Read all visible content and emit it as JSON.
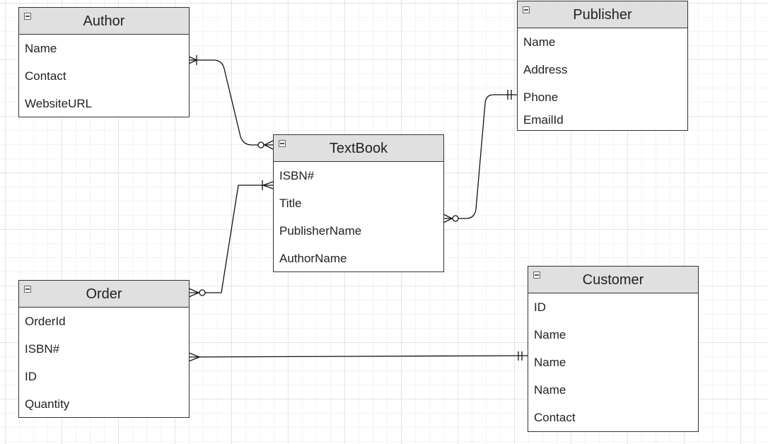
{
  "entities": {
    "author": {
      "title": "Author",
      "attributes": [
        "Name",
        "Contact",
        "WebsiteURL"
      ]
    },
    "publisher": {
      "title": "Publisher",
      "attributes": [
        "Name",
        "Address",
        "Phone",
        "EmailId"
      ]
    },
    "textbook": {
      "title": "TextBook",
      "attributes": [
        "ISBN#",
        "Title",
        "PublisherName",
        "AuthorName"
      ]
    },
    "order": {
      "title": "Order",
      "attributes": [
        "OrderId",
        "ISBN#",
        "ID",
        "Quantity"
      ]
    },
    "customer": {
      "title": "Customer",
      "attributes": [
        "ID",
        "Name",
        "Name",
        "Name",
        "Contact"
      ]
    }
  },
  "relationships": [
    {
      "from": "author",
      "from_cardinality": "one-or-many",
      "to": "textbook",
      "to_cardinality": "zero-or-many"
    },
    {
      "from": "publisher",
      "from_cardinality": "exactly-one",
      "to": "textbook",
      "to_cardinality": "zero-or-many"
    },
    {
      "from": "order",
      "from_cardinality": "zero-or-many",
      "to": "textbook",
      "to_cardinality": "one-or-many"
    },
    {
      "from": "order",
      "from_cardinality": "many",
      "to": "customer",
      "to_cardinality": "exactly-one"
    }
  ]
}
